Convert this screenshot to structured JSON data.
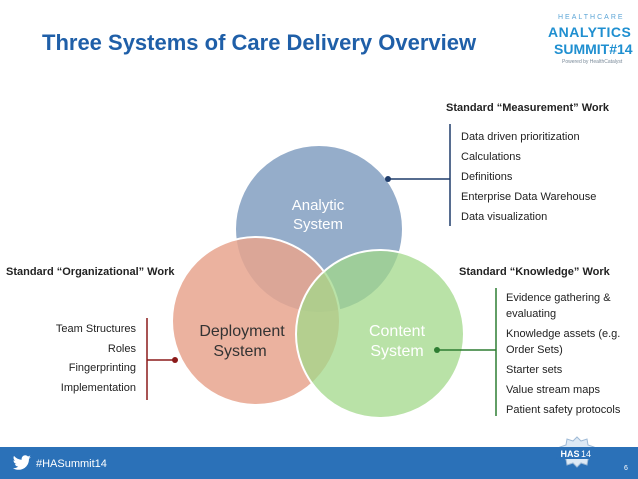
{
  "title": "Three Systems of Care Delivery Overview",
  "logo": {
    "line1": "HEALTHCARE",
    "line2": "ANALYTICS",
    "line3": "SUMMIT#14",
    "line4": "Powered by HealthCatalyst"
  },
  "circles": {
    "analytic": {
      "line1": "Analytic",
      "line2": "System",
      "color": "#8aa4c4"
    },
    "deployment": {
      "line1": "Deployment",
      "line2": "System",
      "color": "#e8a48e"
    },
    "content": {
      "line1": "Content",
      "line2": "System",
      "color": "#a2d88a"
    }
  },
  "measurement": {
    "header": "Standard “Measurement” Work",
    "items": [
      "Data driven prioritization",
      "Calculations",
      "Definitions",
      "Enterprise Data Warehouse",
      "Data visualization"
    ],
    "color": "#1f3c6a"
  },
  "organizational": {
    "header": "Standard “Organizational” Work",
    "items": [
      "Team Structures",
      "Roles",
      "Fingerprinting",
      "Implementation"
    ],
    "color": "#8b1a1a"
  },
  "knowledge": {
    "header": "Standard “Knowledge” Work",
    "items": [
      "Evidence gathering &",
      "evaluating",
      "Knowledge assets (e.g.",
      "Order Sets)",
      "Starter sets",
      "Value stream maps",
      "Patient safety protocols"
    ],
    "color": "#2e7d32"
  },
  "footer": {
    "hashtag": "#HASummit14",
    "badge": "HAS",
    "badge_num": "14",
    "page": "6"
  }
}
